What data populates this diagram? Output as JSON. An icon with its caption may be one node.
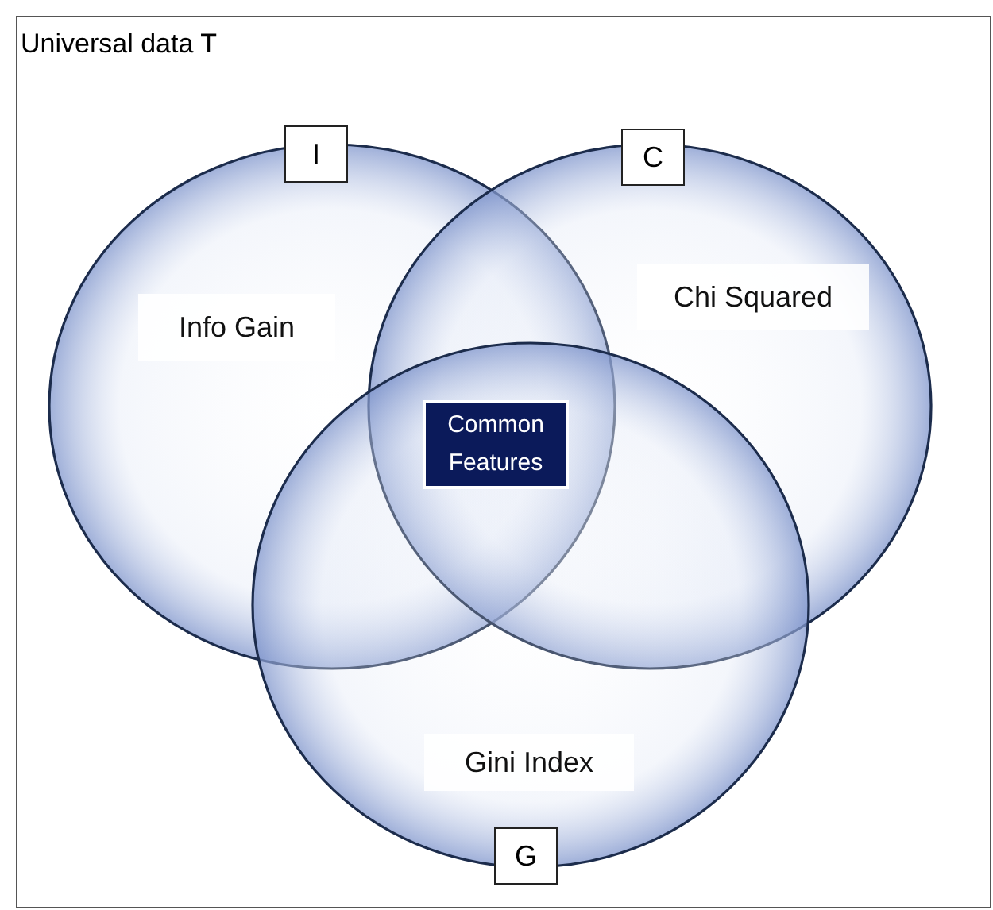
{
  "diagram": {
    "nodes": [
      {
        "text": [
          "Universal data T"
        ]
      },
      {
        "text": [
          "I"
        ],
        "in": 0
      },
      {
        "text": [
          "C"
        ],
        "in": 0
      },
      {
        "text": [
          "G"
        ],
        "in": 0
      },
      {
        "text": [
          "Info Gain"
        ],
        "in": 1
      },
      {
        "text": [
          "Chi Squared"
        ],
        "in": 2
      },
      {
        "text": [
          "Common Features"
        ]
      },
      {
        "text": [
          "Gini Index"
        ],
        "in": 3
      }
    ],
    "edges": []
  }
}
